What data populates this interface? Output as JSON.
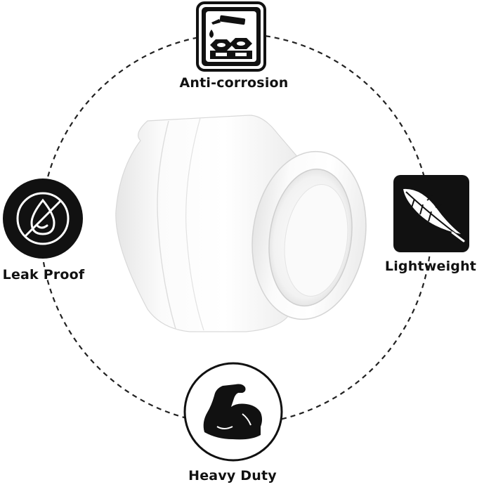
{
  "features": {
    "top": {
      "label": "Anti-corrosion",
      "icon": "corrosion-icon"
    },
    "left": {
      "label": "Leak Proof",
      "icon": "no-water-drop-icon"
    },
    "right": {
      "label": "Lightweight",
      "icon": "feather-icon"
    },
    "bottom": {
      "label": "Heavy Duty",
      "icon": "flexed-arm-icon"
    }
  },
  "product": {
    "name": "pvc-reducer-coupling-image"
  },
  "colors": {
    "icon_dark": "#111111",
    "product_white": "#f4f4f4",
    "ring": "#222222"
  }
}
